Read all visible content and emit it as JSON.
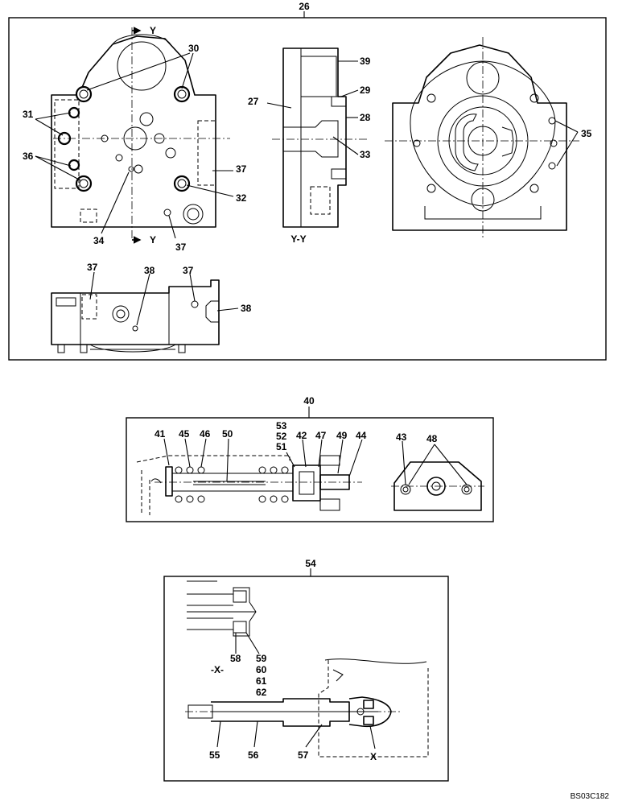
{
  "figure_code": "BS03C182",
  "section_labels": {
    "view_yy": "Y-Y",
    "view_x": "-X-",
    "section_y": "Y"
  },
  "callouts": {
    "c26": "26",
    "c27": "27",
    "c28": "28",
    "c29": "29",
    "c30": "30",
    "c31": "31",
    "c32": "32",
    "c33": "33",
    "c34": "34",
    "c35": "35",
    "c36": "36",
    "c37": "37",
    "c38": "38",
    "c39": "39",
    "c40": "40",
    "c41": "41",
    "c42": "42",
    "c43": "43",
    "c44": "44",
    "c45": "45",
    "c46": "46",
    "c47": "47",
    "c48": "48",
    "c49": "49",
    "c50": "50",
    "c51": "51",
    "c52": "52",
    "c53": "53",
    "c54": "54",
    "c55": "55",
    "c56": "56",
    "c57": "57",
    "c58": "58",
    "c59": "59",
    "c60": "60",
    "c61": "61",
    "c62": "62",
    "x": "X"
  }
}
